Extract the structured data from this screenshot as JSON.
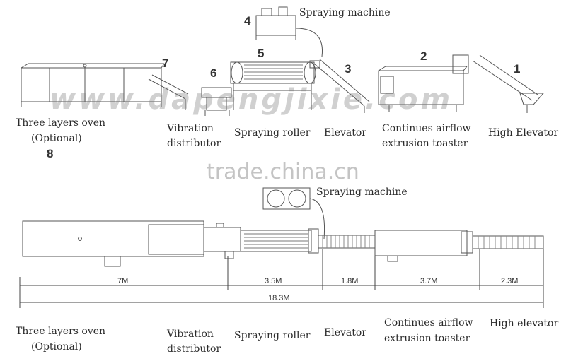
{
  "top": {
    "numbers": [
      "1",
      "2",
      "3",
      "4",
      "5",
      "6",
      "7",
      "8"
    ],
    "labels": {
      "spraying_machine": "Spraying machine",
      "oven_line1": "Three layers oven",
      "oven_line2": "(Optional)",
      "vibration_line1": "Vibration",
      "vibration_line2": "distributor",
      "spraying_roller": "Spraying roller",
      "elevator": "Elevator",
      "toaster_line1": "Continues airflow",
      "toaster_line2": "extrusion toaster",
      "high_elevator": "High Elevator"
    }
  },
  "watermarks": {
    "site": "www.dapengjixie.com",
    "trade": "trade.china.cn"
  },
  "bottom": {
    "labels": {
      "spraying_machine": "Spraying machine",
      "oven_line1": "Three layers oven",
      "oven_line2": "(Optional)",
      "vibration_line1": "Vibration",
      "vibration_line2": "distributor",
      "spraying_roller": "Spraying roller",
      "elevator": "Elevator",
      "toaster_line1": "Continues airflow",
      "toaster_line2": "extrusion toaster",
      "high_elevator": "High elevator"
    },
    "dimensions": {
      "oven": "7M",
      "roller": "3.5M",
      "elevator": "1.8M",
      "toaster": "3.7M",
      "high_elevator": "2.3M",
      "total": "18.3M"
    }
  }
}
